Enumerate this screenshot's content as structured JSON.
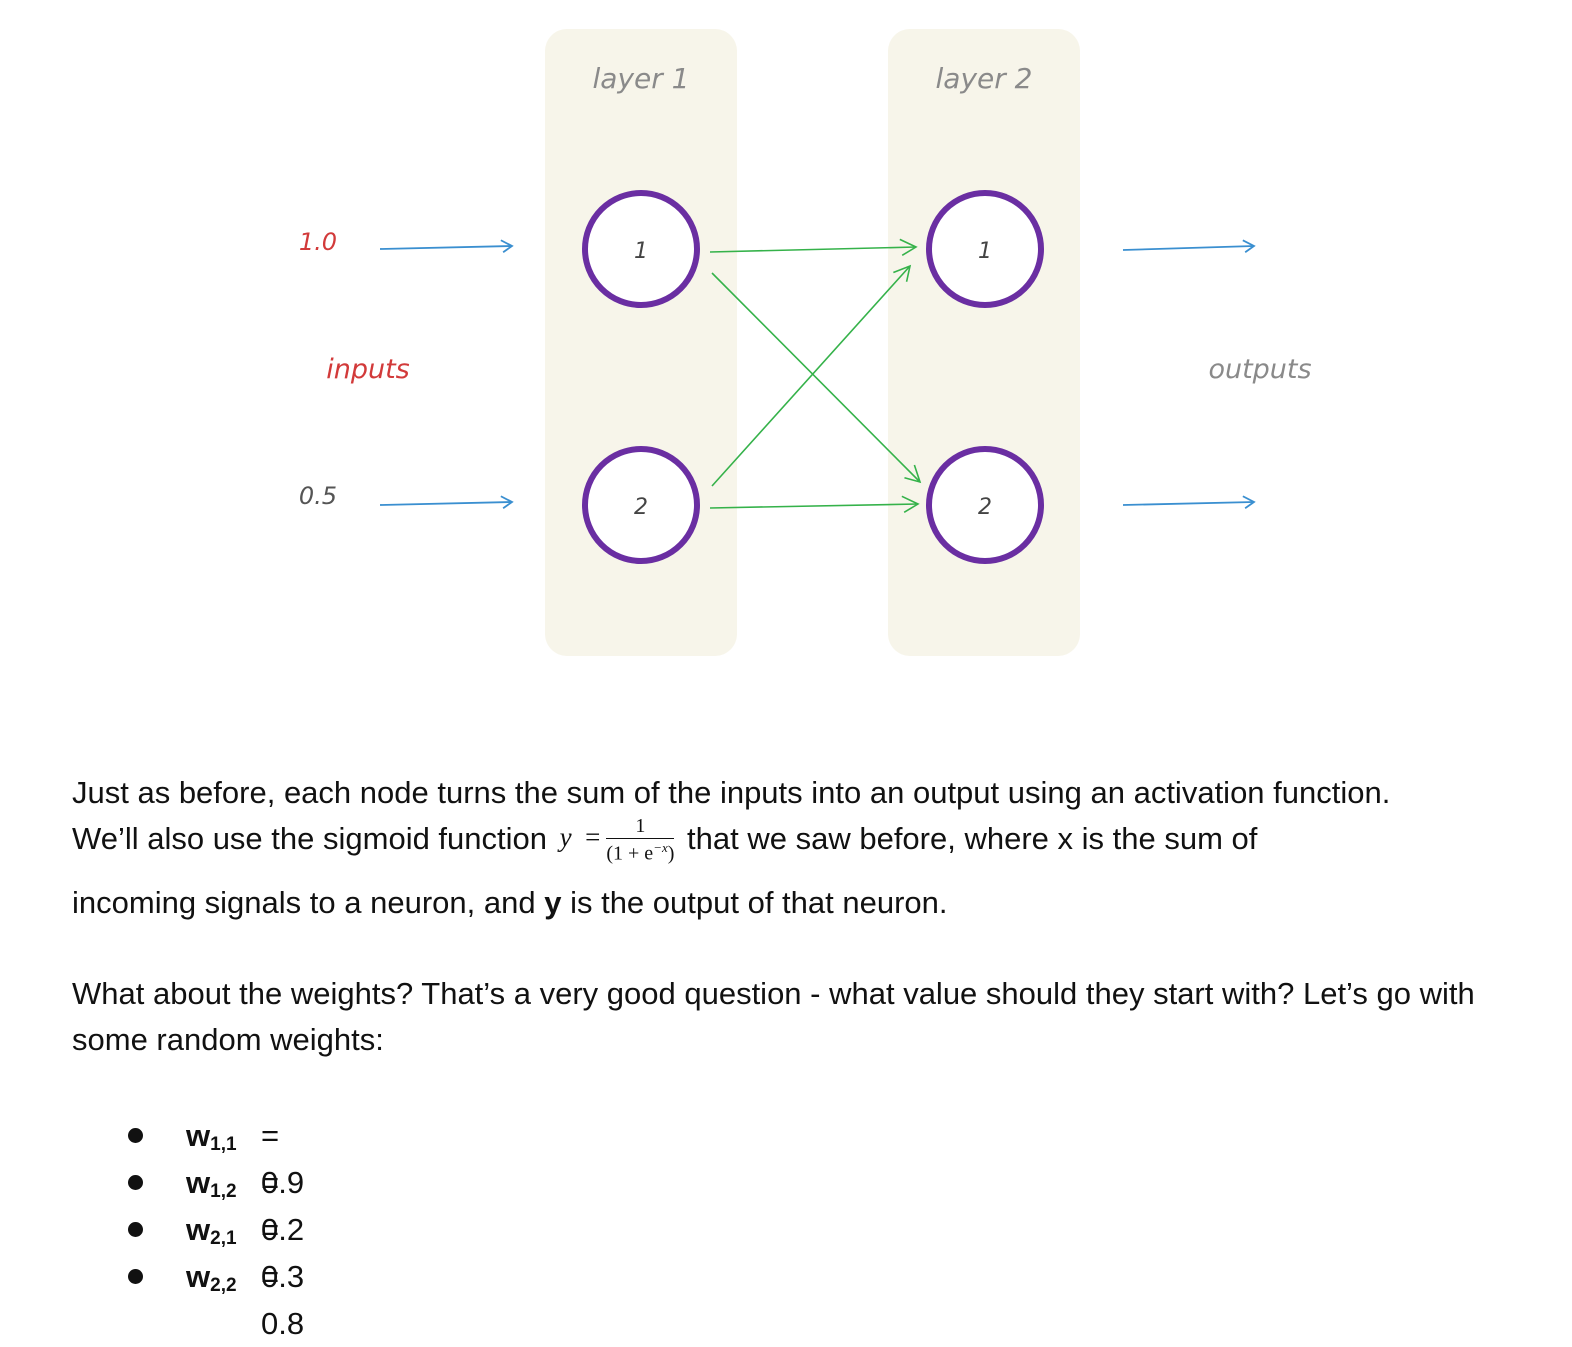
{
  "diagram": {
    "layer1_label": "layer 1",
    "layer2_label": "layer 2",
    "inputs_label": "inputs",
    "outputs_label": "outputs",
    "input_values": [
      "1.0",
      "0.5"
    ],
    "layer1_nodes": [
      "1",
      "2"
    ],
    "layer2_nodes": [
      "1",
      "2"
    ],
    "colors": {
      "layer_panel": "#f7f5ea",
      "node_ring": "#6a2ea2",
      "input_arrow": "#3a8fd0",
      "connection": "#35b24a",
      "inputs_text": "#d23a3a",
      "label_text": "#8a8a8a"
    }
  },
  "text": {
    "p1_line1": "Just as before, each node turns the sum of the inputs into an output using an activation function.",
    "p1_line2a": "We’ll also use the sigmoid function",
    "formula_lhs": "y",
    "formula_eq": "=",
    "formula_num": "1",
    "formula_den_a": "(1 + e",
    "formula_den_exp": "−x",
    "formula_den_b": ")",
    "p1_line2b": "that we saw before, where x is the sum of",
    "p1_line3a": "incoming signals to a neuron, and",
    "p1_line3_bold": "y",
    "p1_line3b": "is the output of that neuron.",
    "p2": "What about the weights? That’s a very good question - what value should they start with? Let’s go with some random weights:"
  },
  "weights": [
    {
      "name": "w",
      "sub": "1,1",
      "eq": "=",
      "value": "0.9"
    },
    {
      "name": "w",
      "sub": "1,2",
      "eq": "=",
      "value": "0.2"
    },
    {
      "name": "w",
      "sub": "2,1",
      "eq": "=",
      "value": "0.3"
    },
    {
      "name": "w",
      "sub": "2,2",
      "eq": "=",
      "value": "0.8"
    }
  ]
}
